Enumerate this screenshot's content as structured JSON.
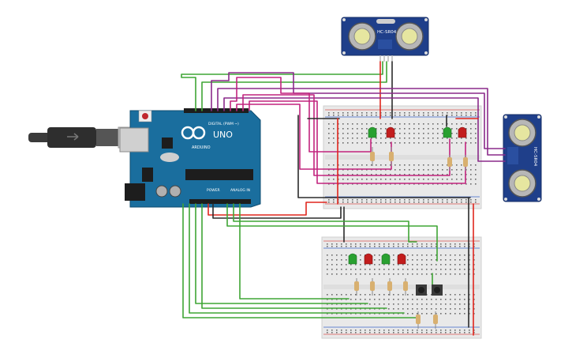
{
  "arduino": {
    "brand": "ARDUINO",
    "model": "UNO",
    "digital_label": "DIGITAL (PWM ~)",
    "power_label": "POWER",
    "analog_label": "ANALOG IN"
  },
  "sensors": [
    {
      "label": "HC-SR04"
    },
    {
      "label": "HC-SR04"
    }
  ],
  "colors": {
    "wire_green": "#3fa535",
    "wire_red": "#e0261d",
    "wire_black": "#2b2b2b",
    "wire_purple": "#8a2a8a",
    "wire_magenta": "#c2247e",
    "arduino_blue": "#1a6e9e",
    "sensor_blue": "#1f3f8a",
    "breadboard": "#e9e9e9"
  }
}
